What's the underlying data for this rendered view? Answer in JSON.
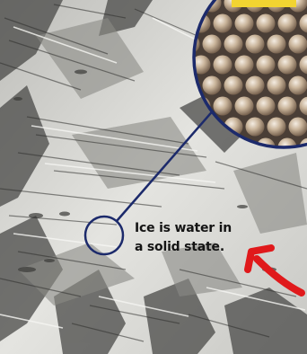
{
  "caption": {
    "line1": "Ice is water in",
    "line2": "a solid state."
  },
  "colors": {
    "ring": "#1c2a6b",
    "arrow": "#e0191b",
    "molecule": "#b59a7e"
  },
  "illustration": {
    "subject": "ice-crystal-photo",
    "inset": "water-molecule-lattice",
    "pointer": "red-arrow"
  }
}
